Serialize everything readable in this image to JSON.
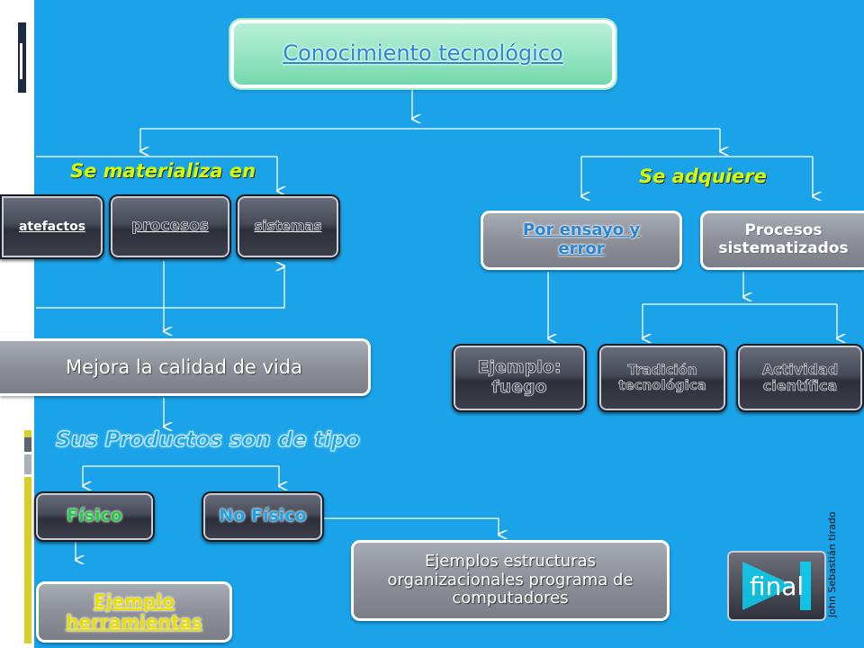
{
  "title": "Conocimiento tecnológico",
  "labels": {
    "materializa": "Se materializa en",
    "adquiere": "Se adquiere",
    "productos": "Sus Productos son de tipo"
  },
  "nodes": {
    "atefactos": "atefactos",
    "procesos": "procesos",
    "sistemas": "sistemas",
    "ensayo": "Por ensayo y error",
    "sistematizados": "Procesos sistematizados",
    "mejora": "Mejora la calidad de vida",
    "fuego": "Ejemplo: fuego",
    "tradicion": "Tradición tecnológica",
    "actividad": "Actividad científica",
    "fisico": "Físico",
    "nofisico": "No Físico",
    "herramientas": "Ejemplo herramientas",
    "estructuras": "Ejemplos estructuras organizacionales programa de computadores"
  },
  "author": "John Sebastián tirado",
  "final_button": "final",
  "colors": {
    "background": "#1aa3e8",
    "label": "#d4ff00",
    "title_box": "#8fe3bf"
  }
}
